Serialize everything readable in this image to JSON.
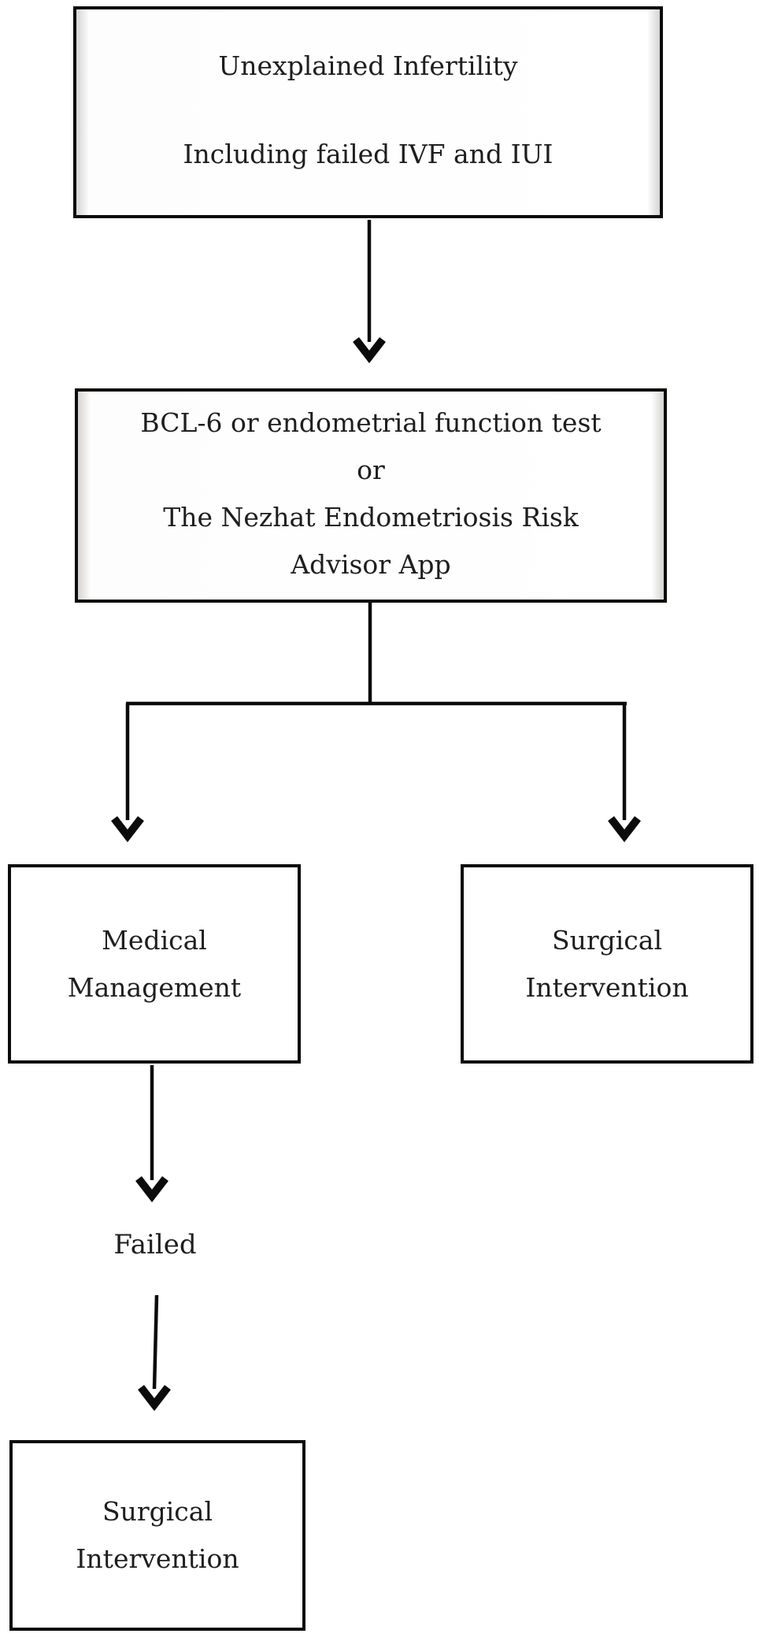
{
  "nodes": {
    "unexplained": {
      "lines": [
        "Unexplained Infertility",
        "Including failed IVF and IUI"
      ]
    },
    "test": {
      "lines": [
        "BCL-6 or endometrial function test",
        "or",
        "The Nezhat Endometriosis Risk",
        "Advisor App"
      ]
    },
    "medical": {
      "lines": [
        "Medical",
        "Management"
      ]
    },
    "surgical_right": {
      "lines": [
        "Surgical",
        "Intervention"
      ]
    },
    "failed": {
      "label": "Failed"
    },
    "surgical_bottom": {
      "lines": [
        "Surgical",
        "Intervention"
      ]
    }
  },
  "colors": {
    "border": "#0b0b0b",
    "text": "#1e1e1e",
    "edge_shade": "#d6d4d1",
    "background": "#ffffff"
  }
}
